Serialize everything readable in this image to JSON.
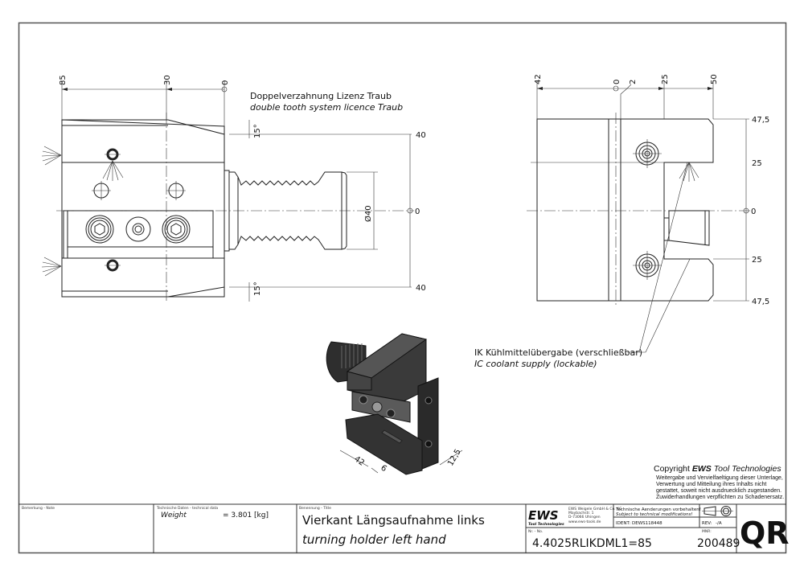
{
  "drawing": {
    "front_view": {
      "dims_top": [
        "85",
        "30",
        "0"
      ],
      "angle_top": "15°",
      "angle_bottom": "15°",
      "dims_right": [
        "40",
        "0",
        "40"
      ],
      "diameter": "Ø40",
      "note_de": "Doppelverzahnung Lizenz Traub",
      "note_en": "double tooth system licence Traub"
    },
    "side_view": {
      "dims_top": [
        "42",
        "0",
        "2",
        "25",
        "50"
      ],
      "dims_right": [
        "47,5",
        "25",
        "0",
        "25",
        "47,5"
      ],
      "note_de": "IK Kühlmittelübergabe (verschließbar)",
      "note_en": "IC coolant supply (lockable)"
    },
    "iso_view": {
      "dims": [
        "42",
        "6",
        "12,5"
      ]
    }
  },
  "copyright": {
    "heading_prefix": "Copyright ",
    "heading_brand": "EWS",
    "heading_suffix": " Tool Technologies",
    "lines": [
      "Weitergabe und Vervielfaeltigung dieser Unterlage,",
      "Verwertung und Mitteilung ihres Inhalts nicht",
      "gestattet, soweit nicht ausdruecklich zugestanden.",
      "Zuwiderhandlungen verpflichten zu Schadenersatz."
    ]
  },
  "title_block": {
    "note_label": "Bemerkung - Note",
    "tech_label": "Technische Daten - technical data",
    "weight_label": "Weight",
    "weight_value": "=  3.801 [kg]",
    "title_label": "Benennung - Title",
    "title_de": "Vierkant Längsaufnahme links",
    "title_en": "turning holder left hand",
    "logo_text": "EWS",
    "logo_sub": "Tool Technologies",
    "company_lines": [
      "EWS Weigele GmbH & Co. KG",
      "Maybachstr. 1",
      "D-73066 Uhingen",
      "www.ews-tools.de"
    ],
    "changes_de": "Technische Aenderungen vorbehalten!",
    "changes_en": "Subject to technical modifications!",
    "ident_label": "IDENT:",
    "ident_value": "DEWS118448",
    "rev_label": "REV:",
    "rev_value": "-/A",
    "nr_label": "Nr. - No.",
    "nr_value": "4.4025RLIKDML1=85",
    "mnr_label": "MNR:",
    "mnr_value": "200489",
    "qr_text": "QR"
  }
}
